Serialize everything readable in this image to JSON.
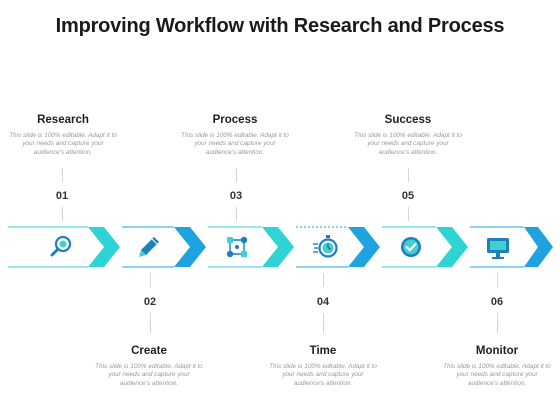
{
  "title": "Improving Workflow with Research and Process",
  "steps": [
    {
      "number": "01",
      "label": "Research",
      "desc": "This slide is 100% editable. Adapt it to your needs and capture your audience's attention.",
      "icon": "magnifier-icon",
      "chevron_color": "#2ed3d3"
    },
    {
      "number": "02",
      "label": "Create",
      "desc": "This slide is 100% editable. Adapt it to your needs and capture your audience's attention.",
      "icon": "pencil-icon",
      "chevron_color": "#1fa3e0"
    },
    {
      "number": "03",
      "label": "Process",
      "desc": "This slide is 100% editable. Adapt it to your needs and capture your audience's attention.",
      "icon": "process-nodes-icon",
      "chevron_color": "#2ed3d3"
    },
    {
      "number": "04",
      "label": "Time",
      "desc": "This slide is 100% editable. Adapt it to your needs and capture your audience's attention.",
      "icon": "stopwatch-icon",
      "chevron_color": "#1fa3e0"
    },
    {
      "number": "05",
      "label": "Success",
      "desc": "This slide is 100% editable. Adapt it to your needs and capture your audience's attention.",
      "icon": "check-circle-icon",
      "chevron_color": "#2ed3d3"
    },
    {
      "number": "06",
      "label": "Monitor",
      "desc": "This slide is 100% editable. Adapt it to your needs and capture your audience's attention.",
      "icon": "monitor-icon",
      "chevron_color": "#1fa3e0"
    }
  ],
  "colors": {
    "teal": "#2ed3d3",
    "blue": "#1fa3e0",
    "icon_dark": "#1f7fb8",
    "icon_light": "#3fd0d0"
  }
}
